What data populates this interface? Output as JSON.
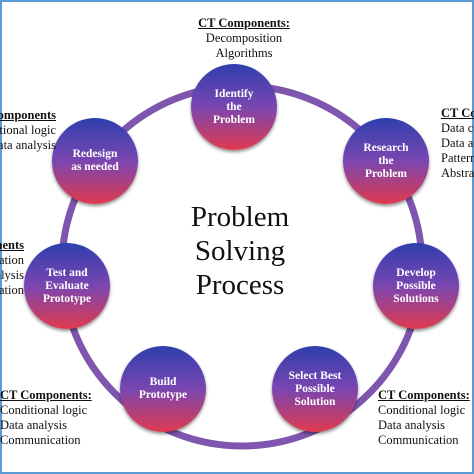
{
  "diagram": {
    "title_lines": [
      "Problem",
      "Solving",
      "Process"
    ],
    "colors": {
      "ring": "#7e56ae",
      "frame": "#5b9bd5"
    },
    "steps": [
      {
        "id": "identify",
        "lines": [
          "Identify",
          "the",
          "Problem"
        ]
      },
      {
        "id": "research",
        "lines": [
          "Research",
          "the",
          "Problem"
        ]
      },
      {
        "id": "develop",
        "lines": [
          "Develop",
          "Possible",
          "Solutions"
        ]
      },
      {
        "id": "select",
        "lines": [
          "Select Best",
          "Possible",
          "Solution"
        ]
      },
      {
        "id": "build",
        "lines": [
          "Build",
          "Prototype"
        ]
      },
      {
        "id": "test",
        "lines": [
          "Test and",
          "Evaluate",
          "Prototype"
        ]
      },
      {
        "id": "redesign",
        "lines": [
          "Redesign",
          "as needed"
        ]
      }
    ],
    "ct_components": [
      {
        "id": "identify",
        "heading": "CT Components:",
        "items": [
          "Decomposition",
          "Algorithms"
        ]
      },
      {
        "id": "research",
        "heading": "CT Components:",
        "items": [
          "Data collection",
          "Data analysis",
          "Pattern recognition",
          "Abstraction"
        ]
      },
      {
        "id": "select",
        "heading": "CT Components:",
        "items": [
          "Conditional logic",
          "Data analysis",
          "Communication"
        ]
      },
      {
        "id": "build",
        "heading": "CT Components:",
        "items": [
          "Conditional logic",
          "Data analysis",
          "Communication"
        ]
      },
      {
        "id": "test",
        "heading": "CT Components:",
        "items": [
          "Simulation",
          "Data analysis",
          "Communication"
        ]
      },
      {
        "id": "redesign",
        "heading": "CT Components:",
        "items": [
          "Conditional logic",
          "Data analysis"
        ]
      }
    ]
  }
}
